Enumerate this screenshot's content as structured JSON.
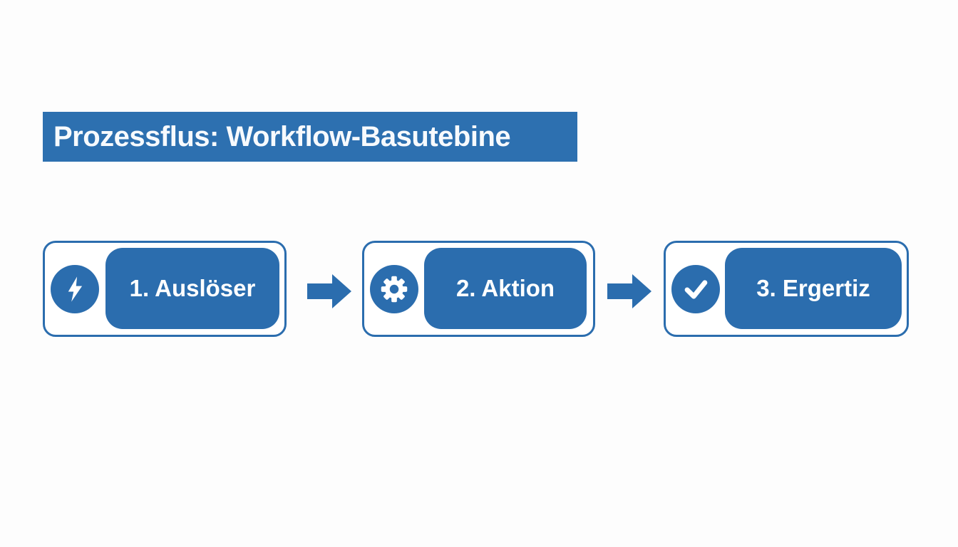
{
  "title": {
    "text": "Prozessflus: Workflow-Basutebine"
  },
  "steps": [
    {
      "label": "1. Auslöser",
      "icon": "lightning-bolt-icon"
    },
    {
      "label": "2. Aktion",
      "icon": "gear-icon"
    },
    {
      "label": "3. Ergertiz",
      "icon": "checkmark-icon"
    }
  ],
  "connectors": [
    {
      "type": "arrow-right"
    },
    {
      "type": "arrow-right"
    }
  ],
  "colors": {
    "primary_blue": "#2b6dae",
    "banner_blue": "#2d70b0",
    "text_on_blue": "#ffffff",
    "background": "#fdfdfd"
  }
}
